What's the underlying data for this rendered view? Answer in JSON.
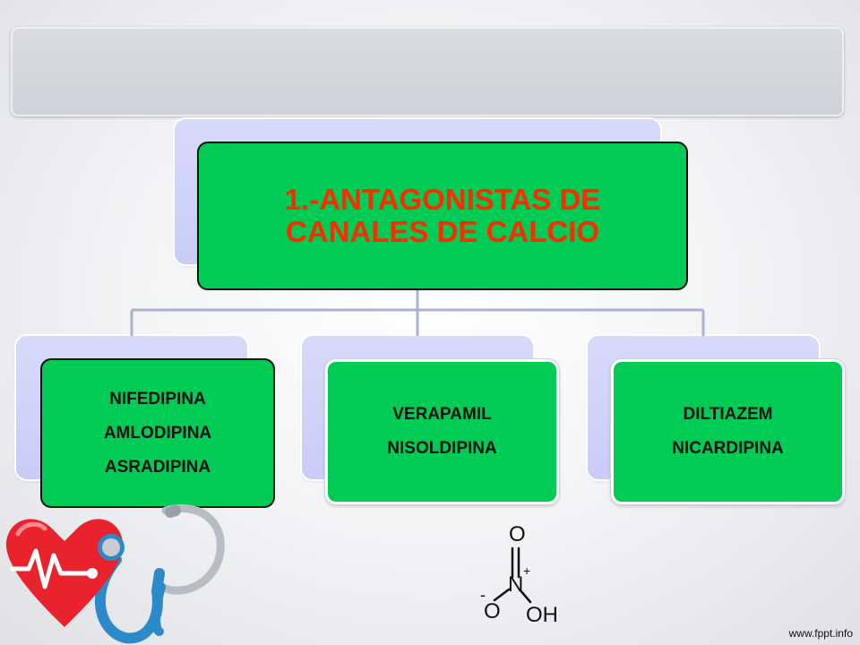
{
  "diagram": {
    "root": {
      "lines": [
        "1.-ANTAGONISTAS  DE",
        "CANALES DE CALCIO"
      ]
    },
    "children": [
      {
        "lines": [
          "NIFEDIPINA",
          "AMLODIPINA",
          "ASRADIPINA"
        ]
      },
      {
        "lines": [
          "VERAPAMIL",
          "NISOLDIPINA"
        ]
      },
      {
        "lines": [
          "DILTIAZEM",
          "NICARDIPINA"
        ]
      }
    ]
  },
  "molecule": {
    "atoms": [
      "O",
      "N",
      "+",
      "-",
      "O",
      "OH"
    ]
  },
  "footer": {
    "text": "www.fppt.info"
  },
  "colors": {
    "box_green": "#00cc55",
    "title_red": "#ff2a00",
    "lavender": "#d2d4fa",
    "connector": "#a9b2cf",
    "heart_red": "#e8232d",
    "stethoscope_blue": "#2c8ac9"
  },
  "icons": [
    "heart-icon",
    "heartbeat-line-icon",
    "stethoscope-icon",
    "molecule-icon"
  ]
}
